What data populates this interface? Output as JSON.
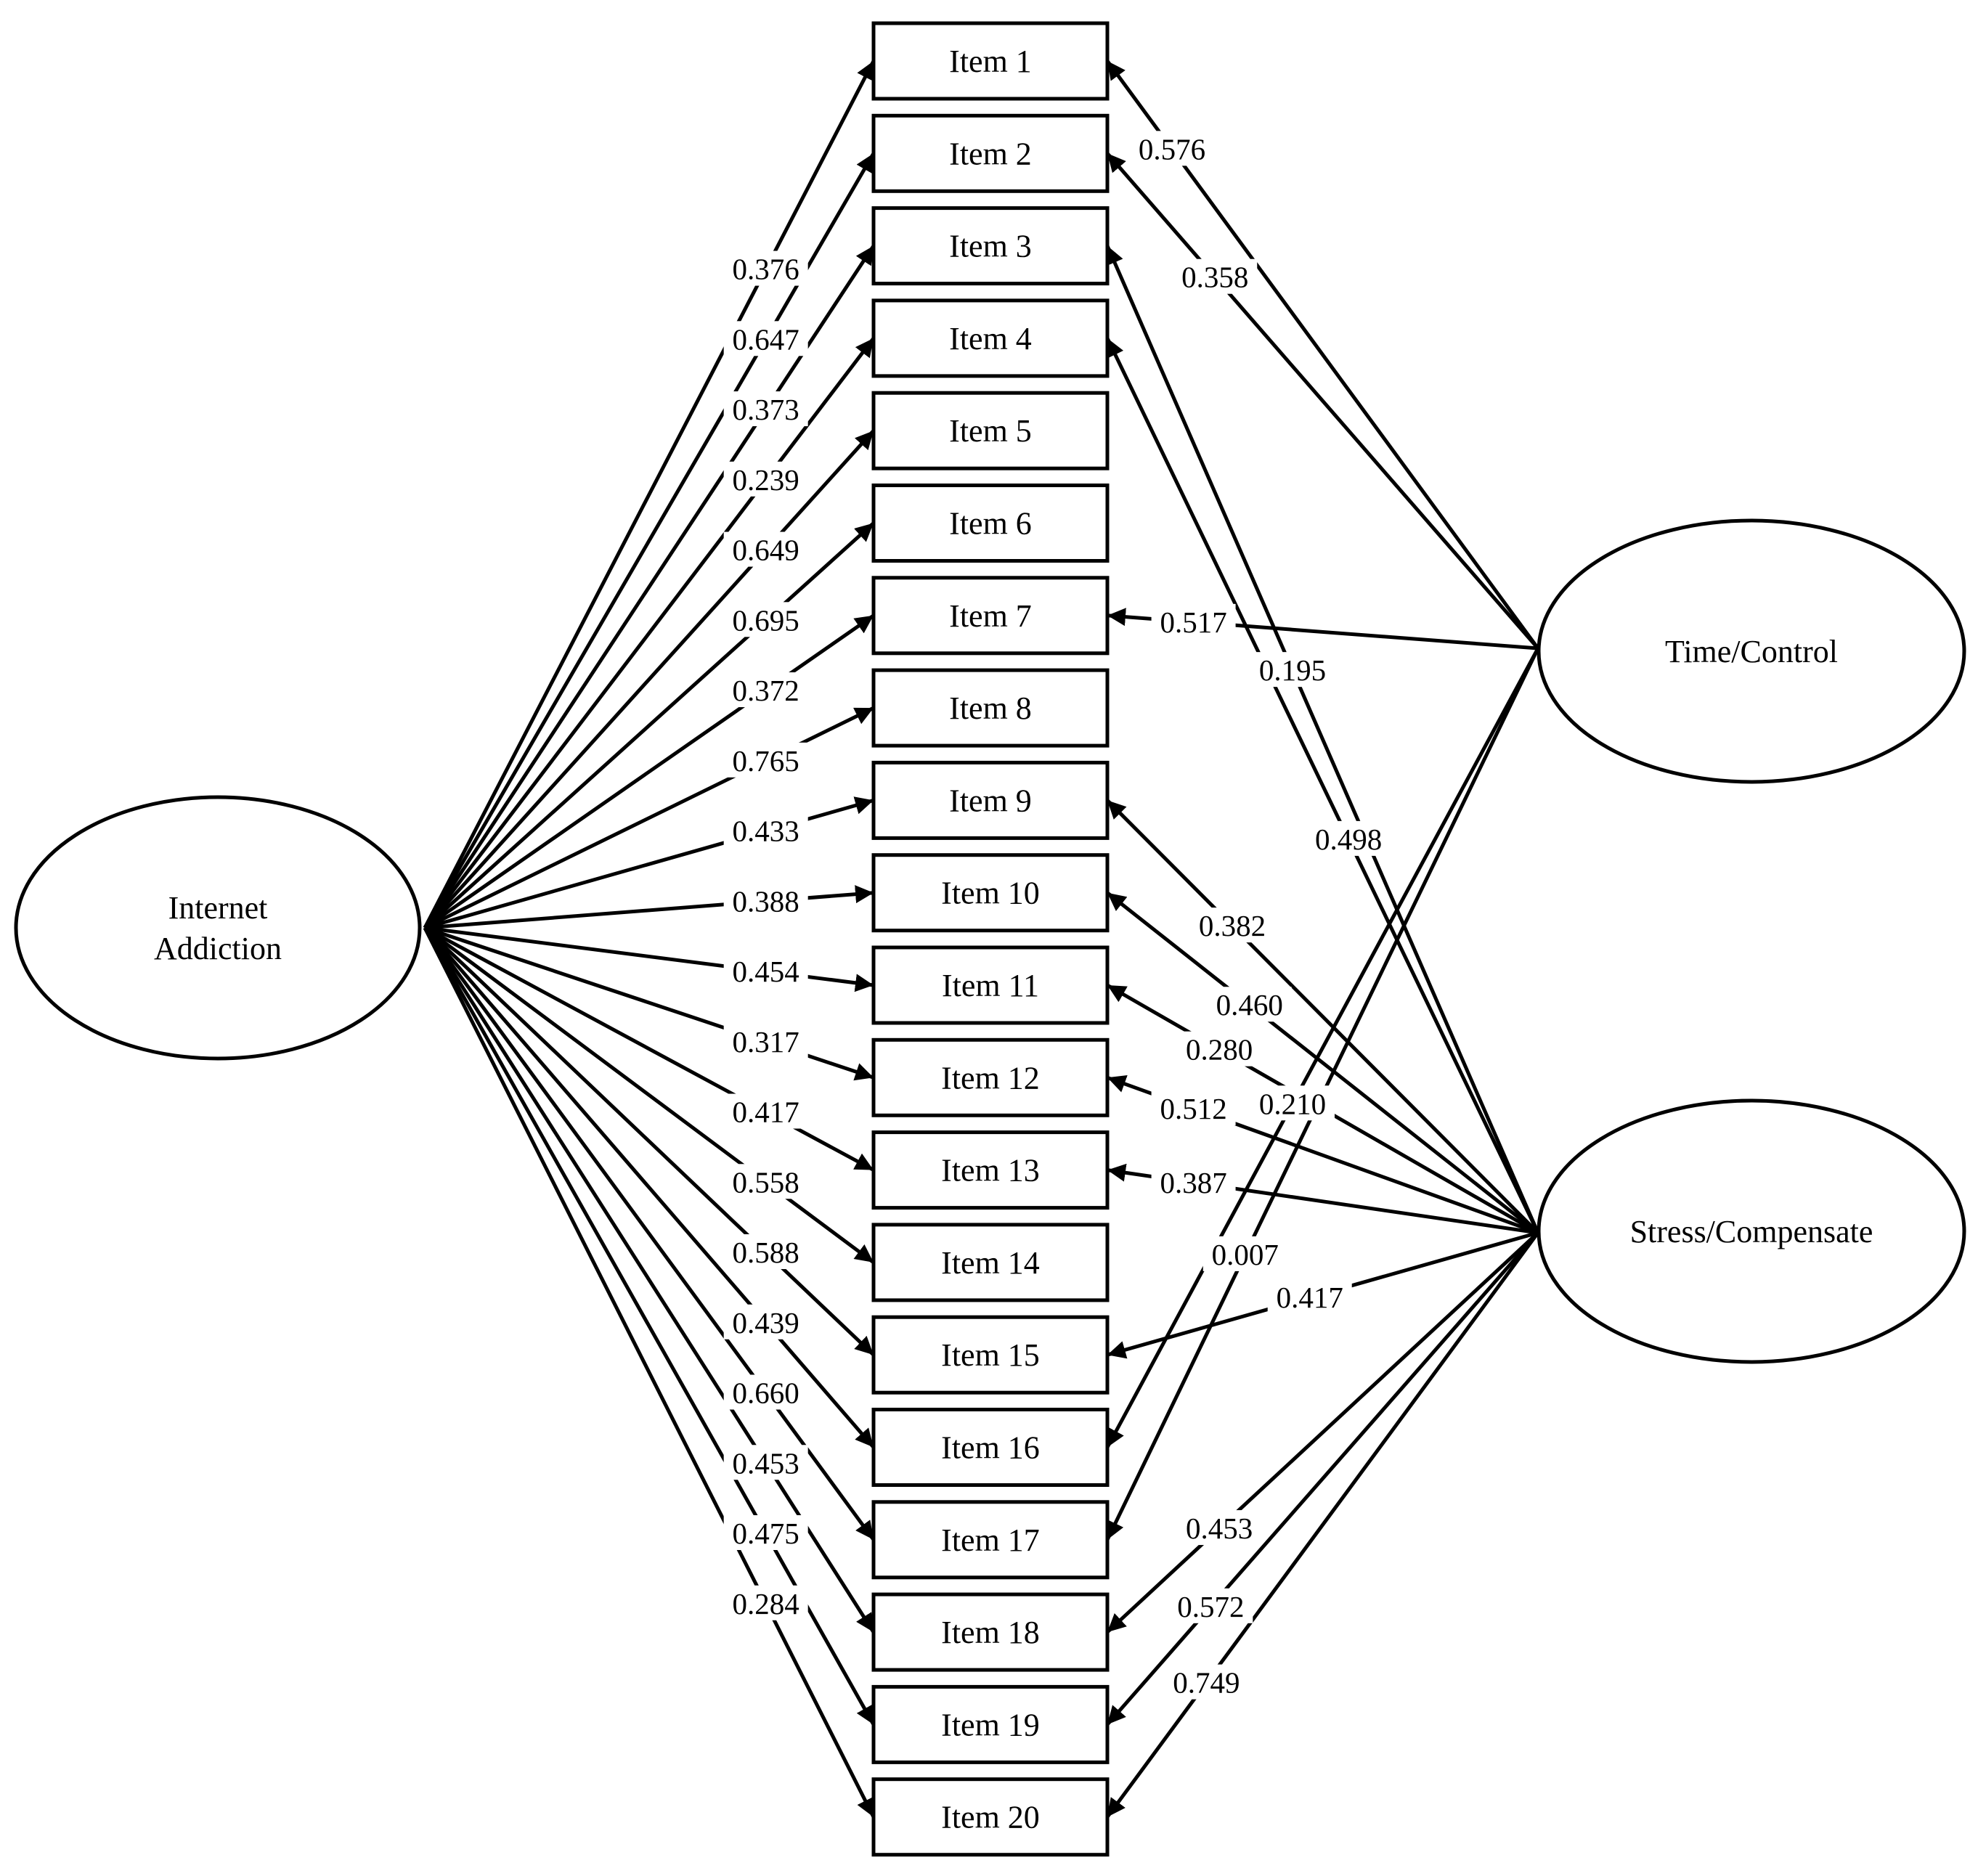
{
  "factors": [
    {
      "id": "IA",
      "label_lines": [
        "Internet",
        "Addiction"
      ]
    },
    {
      "id": "TC",
      "label_lines": [
        "Time/Control"
      ]
    },
    {
      "id": "SC",
      "label_lines": [
        "Stress/Compensate"
      ]
    }
  ],
  "items": [
    "Item 1",
    "Item 2",
    "Item 3",
    "Item 4",
    "Item 5",
    "Item 6",
    "Item 7",
    "Item 8",
    "Item 9",
    "Item 10",
    "Item 11",
    "Item 12",
    "Item 13",
    "Item 14",
    "Item 15",
    "Item 16",
    "Item 17",
    "Item 18",
    "Item 19",
    "Item 20"
  ],
  "loadings": {
    "internet_addiction": [
      {
        "item": 1,
        "value": "0.376"
      },
      {
        "item": 2,
        "value": "0.647"
      },
      {
        "item": 3,
        "value": "0.373"
      },
      {
        "item": 4,
        "value": "0.239"
      },
      {
        "item": 5,
        "value": "0.649"
      },
      {
        "item": 6,
        "value": "0.695"
      },
      {
        "item": 7,
        "value": "0.372"
      },
      {
        "item": 8,
        "value": "0.765"
      },
      {
        "item": 9,
        "value": "0.433"
      },
      {
        "item": 10,
        "value": "0.388"
      },
      {
        "item": 11,
        "value": "0.454"
      },
      {
        "item": 12,
        "value": "0.317"
      },
      {
        "item": 13,
        "value": "0.417"
      },
      {
        "item": 14,
        "value": "0.558"
      },
      {
        "item": 15,
        "value": "0.588"
      },
      {
        "item": 16,
        "value": "0.439"
      },
      {
        "item": 17,
        "value": "0.660"
      },
      {
        "item": 18,
        "value": "0.453"
      },
      {
        "item": 19,
        "value": "0.475"
      },
      {
        "item": 20,
        "value": "0.284"
      }
    ],
    "time_control": [
      {
        "item": 1,
        "value": "0.576"
      },
      {
        "item": 2,
        "value": "0.358"
      },
      {
        "item": 7,
        "value": "0.517"
      },
      {
        "item": 16,
        "value": "0.210"
      },
      {
        "item": 17,
        "value": "0.007"
      }
    ],
    "stress_compensate": [
      {
        "item": 3,
        "value": "0.195"
      },
      {
        "item": 4,
        "value": "0.498"
      },
      {
        "item": 9,
        "value": "0.382"
      },
      {
        "item": 10,
        "value": "0.460"
      },
      {
        "item": 11,
        "value": "0.280"
      },
      {
        "item": 12,
        "value": "0.512"
      },
      {
        "item": 13,
        "value": "0.387"
      },
      {
        "item": 15,
        "value": "0.417"
      },
      {
        "item": 18,
        "value": "0.453"
      },
      {
        "item": 19,
        "value": "0.572"
      },
      {
        "item": 20,
        "value": "0.749"
      }
    ]
  }
}
